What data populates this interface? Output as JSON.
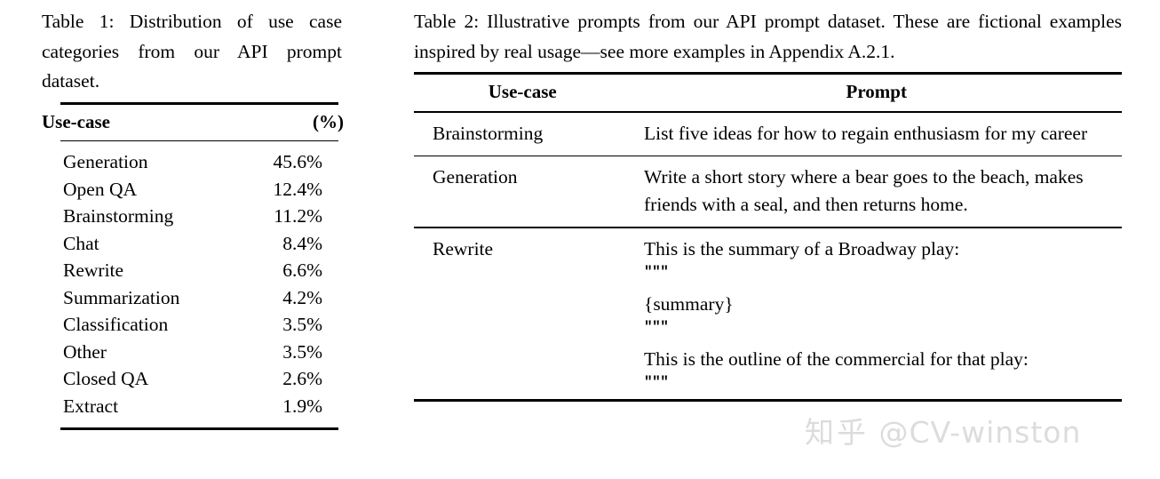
{
  "table1": {
    "caption": "Table 1: Distribution of use case categories from our API prompt dataset.",
    "columns": [
      "Use-case",
      "(%)"
    ],
    "rows": [
      {
        "usecase": "Generation",
        "pct": "45.6%"
      },
      {
        "usecase": "Open QA",
        "pct": "12.4%"
      },
      {
        "usecase": "Brainstorming",
        "pct": "11.2%"
      },
      {
        "usecase": "Chat",
        "pct": "8.4%"
      },
      {
        "usecase": "Rewrite",
        "pct": "6.6%"
      },
      {
        "usecase": "Summarization",
        "pct": "4.2%"
      },
      {
        "usecase": "Classification",
        "pct": "3.5%"
      },
      {
        "usecase": "Other",
        "pct": "3.5%"
      },
      {
        "usecase": "Closed QA",
        "pct": "2.6%"
      },
      {
        "usecase": "Extract",
        "pct": "1.9%"
      }
    ]
  },
  "table2": {
    "caption": "Table 2: Illustrative prompts from our API prompt dataset. These are fictional examples inspired by real usage—see more examples in Appendix A.2.1.",
    "columns": [
      "Use-case",
      "Prompt"
    ],
    "rows": [
      {
        "usecase": "Brainstorming",
        "prompt_lines": [
          "List five ideas for how to regain enthusiasm for my career"
        ]
      },
      {
        "usecase": "Generation",
        "prompt_lines": [
          "Write a short story where a bear goes to the beach, makes friends with a seal, and then returns home."
        ]
      },
      {
        "usecase": "Rewrite",
        "prompt_lines": [
          "This is the summary of a Broadway play:",
          "\"\"\"",
          "{summary}",
          "\"\"\"",
          "This is the outline of the commercial for that play:",
          "\"\"\""
        ]
      }
    ]
  },
  "watermark": {
    "cn": "知乎",
    "handle": "@CV-winston",
    "color": "#dcdcdc"
  }
}
